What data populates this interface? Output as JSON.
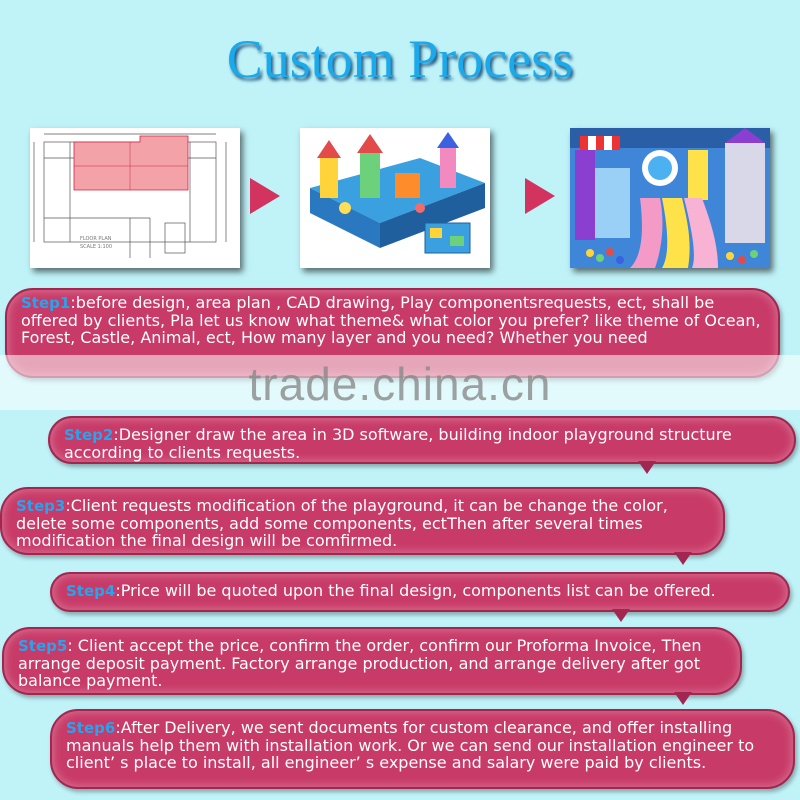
{
  "title": "Custom Process",
  "photos": [
    {
      "name": "cad-drawing",
      "label": "CAD drawing"
    },
    {
      "name": "3d-render",
      "label": "3D render"
    },
    {
      "name": "finished-playground",
      "label": "Finished playground"
    }
  ],
  "cad_text": {
    "line1": "FLOOR PLAN",
    "line2": "SCALE 1:100"
  },
  "watermark": "trade.china.cn",
  "steps": [
    {
      "label": "Step1",
      "text": ":before design, area plan , CAD drawing, Play componentsrequests, ect, shall be offered by clients, Pla let us know what theme& what color you prefer? like theme of Ocean, Forest, Castle, Animal, ect, How many layer and you need? Whether you need"
    },
    {
      "label": "Step2",
      "text": ":Designer draw the area in 3D software, building indoor playground structure according to clients requests."
    },
    {
      "label": "Step3",
      "text": ":Client requests modification of the playground, it can be change the color, delete some components, add some components, ectThen after several times modification the final design will be comfirmed."
    },
    {
      "label": "Step4",
      "text": ":Price will be quoted upon the final design, components list can be offered."
    },
    {
      "label": "Step5",
      "text": ": Client accept the price, confirm the order, confirm our Proforma Invoice, Then arrange deposit payment. Factory arrange production, and arrange delivery after got balance payment."
    },
    {
      "label": "Step6",
      "text": ":After Delivery, we sent documents for custom clearance, and offer installing manuals help them with installation work. Or we can send our installation engineer to client’ s place to install, all engineer’ s expense and salary were paid by clients."
    }
  ],
  "colors": {
    "background": "#bff3f8",
    "title": "#1aa9ea",
    "bubble": "#c83a67",
    "arrow": "#d2345f",
    "step_label": "#27a4ee"
  }
}
